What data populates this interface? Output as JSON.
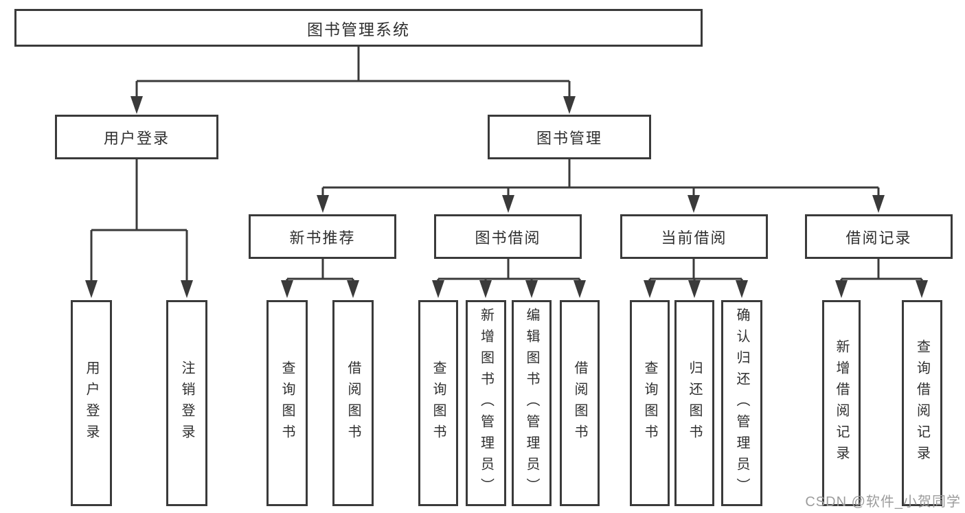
{
  "colors": {
    "line": "#3a3a3a",
    "box_border": "#3a3a3a",
    "text": "#2f2f2f",
    "watermark": "#9c9c9c"
  },
  "diagram": {
    "title": "图书管理系统",
    "nodes": {
      "root": "图书管理系统",
      "user_login": "用户登录",
      "book_mgmt": "图书管理",
      "new_book_rec": "新书推荐",
      "book_borrow": "图书借阅",
      "current_borrow": "当前借阅",
      "borrow_record": "借阅记录",
      "leaf_login": "用户登录",
      "leaf_logout": "注销登录",
      "leaf_nbr_query": "查询图书",
      "leaf_nbr_borrow": "借阅图书",
      "leaf_bb_query": "查询图书",
      "leaf_bb_add": "新增图书（管理员）",
      "leaf_bb_edit": "编辑图书（管理员）",
      "leaf_bb_borrow": "借阅图书",
      "leaf_cb_query": "查询图书",
      "leaf_cb_return": "归还图书",
      "leaf_cb_confirm": "确认归还（管理员）",
      "leaf_br_add": "新增借阅记录",
      "leaf_br_query": "查询借阅记录"
    },
    "hierarchy": {
      "图书管理系统": {
        "用户登录": [
          "用户登录",
          "注销登录"
        ],
        "图书管理": {
          "新书推荐": [
            "查询图书",
            "借阅图书"
          ],
          "图书借阅": [
            "查询图书",
            "新增图书（管理员）",
            "编辑图书（管理员）",
            "借阅图书"
          ],
          "当前借阅": [
            "查询图书",
            "归还图书",
            "确认归还（管理员）"
          ],
          "借阅记录": [
            "新增借阅记录",
            "查询借阅记录"
          ]
        }
      }
    }
  },
  "watermark": {
    "text": "CSDN @软件_小贺同学"
  }
}
